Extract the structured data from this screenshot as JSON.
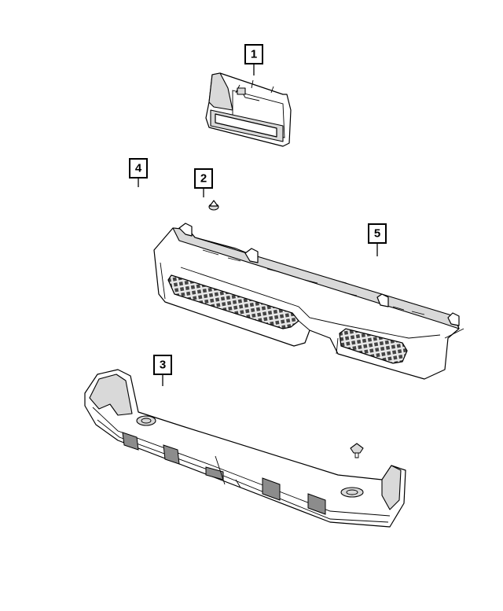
{
  "callouts": [
    {
      "id": "1",
      "label": "1"
    },
    {
      "id": "2",
      "label": "2"
    },
    {
      "id": "3",
      "label": "3"
    },
    {
      "id": "4",
      "label": "4"
    },
    {
      "id": "5",
      "label": "5"
    }
  ],
  "colors": {
    "line": "#000000",
    "fill": "#ffffff",
    "shade": "#d9d9d9",
    "mesh": "#555555"
  }
}
